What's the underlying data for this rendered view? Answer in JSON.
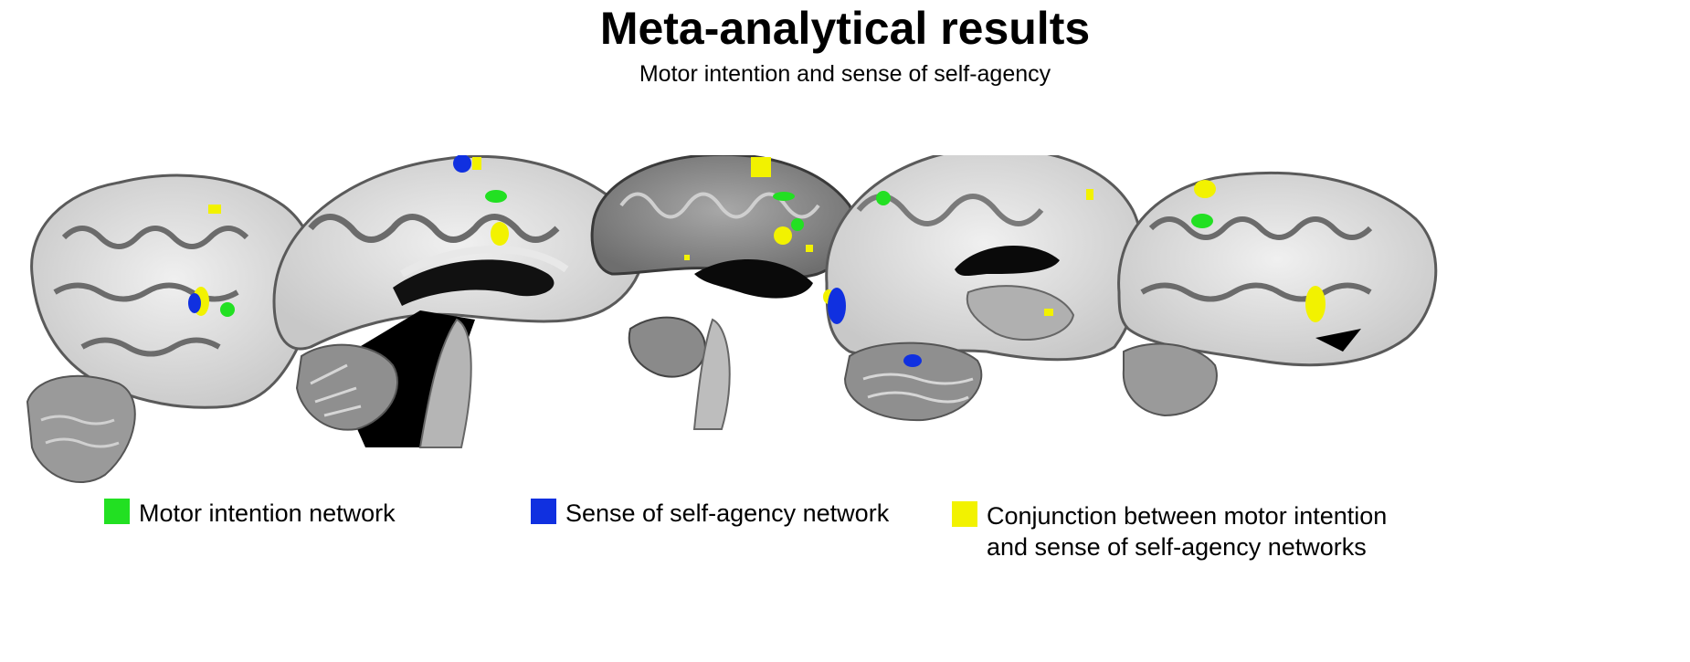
{
  "figure": {
    "title": "Meta-analytical results",
    "subtitle": "Motor intention and sense of self-agency"
  },
  "colors": {
    "motor": "#22e022",
    "agency": "#1030e0",
    "conjunction": "#f2f200"
  },
  "legend": [
    {
      "label": "Motor intention network",
      "color": "#22e022",
      "icon": "green-square"
    },
    {
      "label": "Sense of self-agency network",
      "color": "#1030e0",
      "icon": "blue-square"
    },
    {
      "label_line1": "Conjunction between motor intention",
      "label_line2": "and sense of self-agency networks",
      "color": "#f2f200",
      "icon": "yellow-square"
    }
  ]
}
